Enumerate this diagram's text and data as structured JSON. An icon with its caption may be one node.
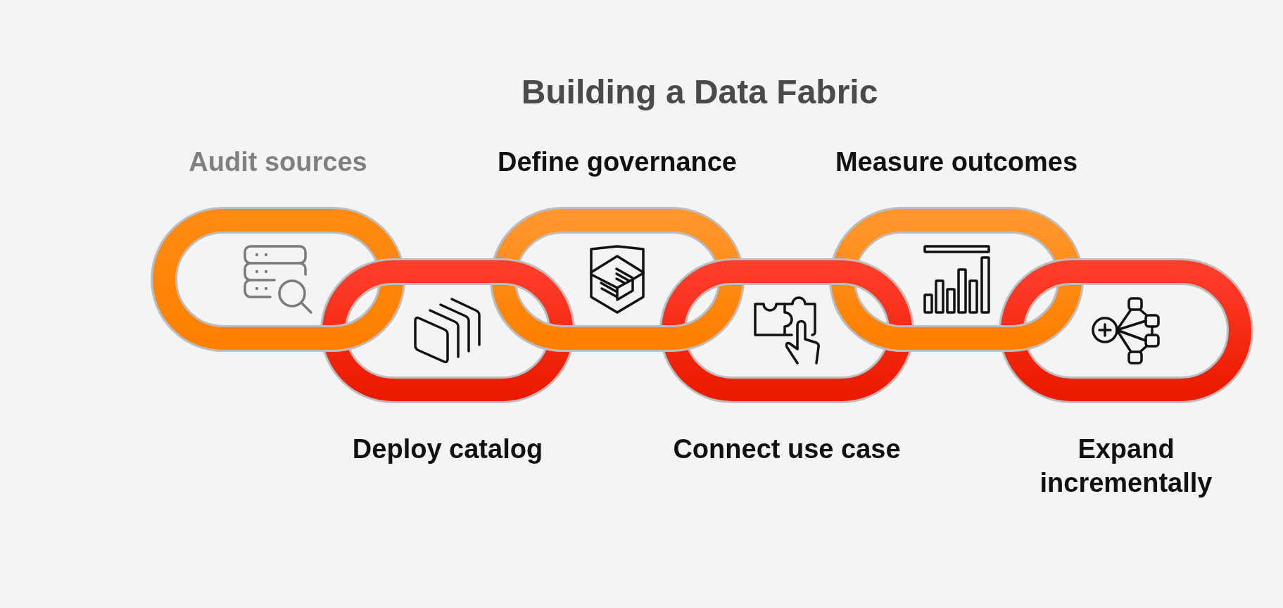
{
  "diagram": {
    "title": "Building a Data Fabric",
    "nodes": [
      {
        "text": [
          "Audit sources"
        ]
      },
      {
        "text": [
          "Deploy catalog"
        ]
      },
      {
        "text": [
          "Define governance"
        ]
      },
      {
        "text": [
          "Connect use case"
        ]
      },
      {
        "text": [
          "Measure outcomes"
        ]
      },
      {
        "text": [
          "Expand incrementally"
        ]
      }
    ]
  }
}
